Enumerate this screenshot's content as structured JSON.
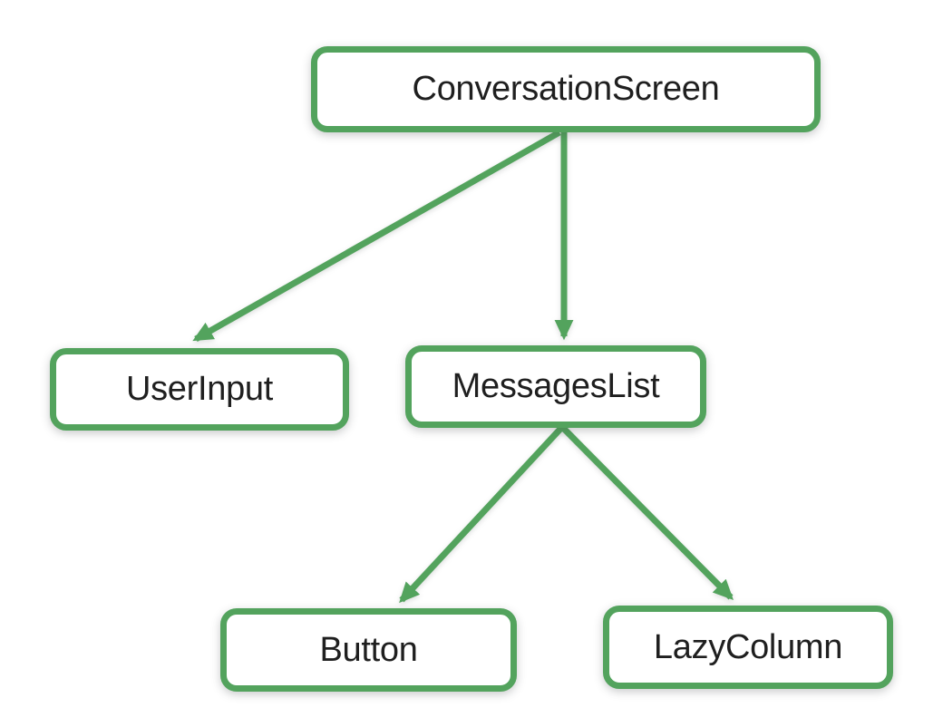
{
  "diagram": {
    "accent_color": "#53a35d",
    "text_color": "#1f1f1f",
    "background_color": "#ffffff",
    "nodes": [
      {
        "id": "conversation-screen",
        "label": "ConversationScreen"
      },
      {
        "id": "user-input",
        "label": "UserInput"
      },
      {
        "id": "messages-list",
        "label": "MessagesList"
      },
      {
        "id": "button",
        "label": "Button"
      },
      {
        "id": "lazy-column",
        "label": "LazyColumn"
      }
    ],
    "edges": [
      {
        "from": "conversation-screen",
        "to": "user-input"
      },
      {
        "from": "conversation-screen",
        "to": "messages-list"
      },
      {
        "from": "messages-list",
        "to": "button"
      },
      {
        "from": "messages-list",
        "to": "lazy-column"
      }
    ]
  }
}
